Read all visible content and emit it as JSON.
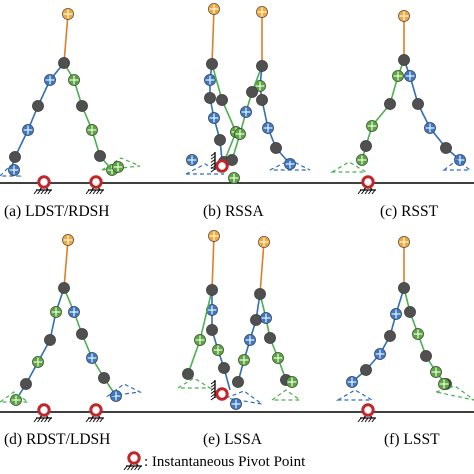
{
  "figure": {
    "panels": [
      {
        "id": "a",
        "caption": "(a) LDST/RDSH"
      },
      {
        "id": "b",
        "caption": "(b) RSSA"
      },
      {
        "id": "c",
        "caption": "(c) RSST"
      },
      {
        "id": "d",
        "caption": "(d) RDST/LDSH"
      },
      {
        "id": "e",
        "caption": "(e) LSSA"
      },
      {
        "id": "f",
        "caption": "(f) LSST"
      }
    ],
    "legend": {
      "label": ": Instantaneous Pivot Point",
      "icon": "pivot-point-icon"
    },
    "colors": {
      "torso_link": "#d9812a",
      "head_joint": "#f3a93a",
      "link_blue_leg": "#2f6fb6",
      "link_green_leg": "#4caf50",
      "joint_blue": "#3c79c5",
      "joint_green": "#5aa83b",
      "joint_dark": "#505050",
      "pivot": "#c0262c",
      "ground": "#000000"
    }
  }
}
